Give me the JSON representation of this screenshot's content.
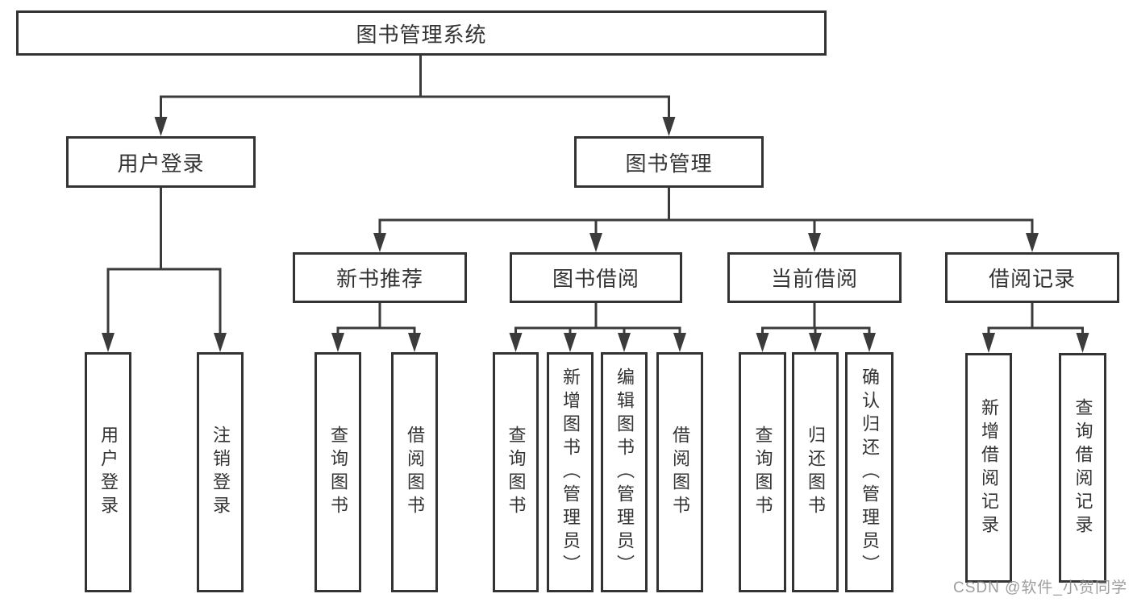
{
  "diagram_title": "图书管理系统",
  "colors": {
    "background": "#ffffff",
    "box_border": "#333333",
    "box_fill": "#ffffff",
    "text": "#333333",
    "connector": "#3b3b3b",
    "watermark": "#8c8c8c"
  },
  "root": {
    "label": "图书管理系统"
  },
  "level2": {
    "user_login": {
      "label": "用户登录"
    },
    "book_management": {
      "label": "图书管理"
    }
  },
  "level3": {
    "new_book_recommend": {
      "label": "新书推荐"
    },
    "book_borrow": {
      "label": "图书借阅"
    },
    "current_borrow": {
      "label": "当前借阅"
    },
    "borrow_records": {
      "label": "借阅记录"
    }
  },
  "leaves": {
    "user_login": {
      "label": "用户登录"
    },
    "logout": {
      "label": "注销登录"
    },
    "query_books_recommend": {
      "label": "查询图书"
    },
    "borrow_books_recommend": {
      "label": "借阅图书"
    },
    "query_books_borrow": {
      "label": "查询图书"
    },
    "add_book_admin": {
      "label": "新增图书（管理员）"
    },
    "edit_book_admin": {
      "label": "编辑图书（管理员）"
    },
    "borrow_books_borrow": {
      "label": "借阅图书"
    },
    "query_books_current": {
      "label": "查询图书"
    },
    "return_book": {
      "label": "归还图书"
    },
    "confirm_return_admin": {
      "label": "确认归还（管理员）"
    },
    "add_borrow_record": {
      "label": "新增借阅记录"
    },
    "query_borrow_record": {
      "label": "查询借阅记录"
    }
  },
  "watermark": {
    "text": "CSDN @软件_小贺同学"
  }
}
